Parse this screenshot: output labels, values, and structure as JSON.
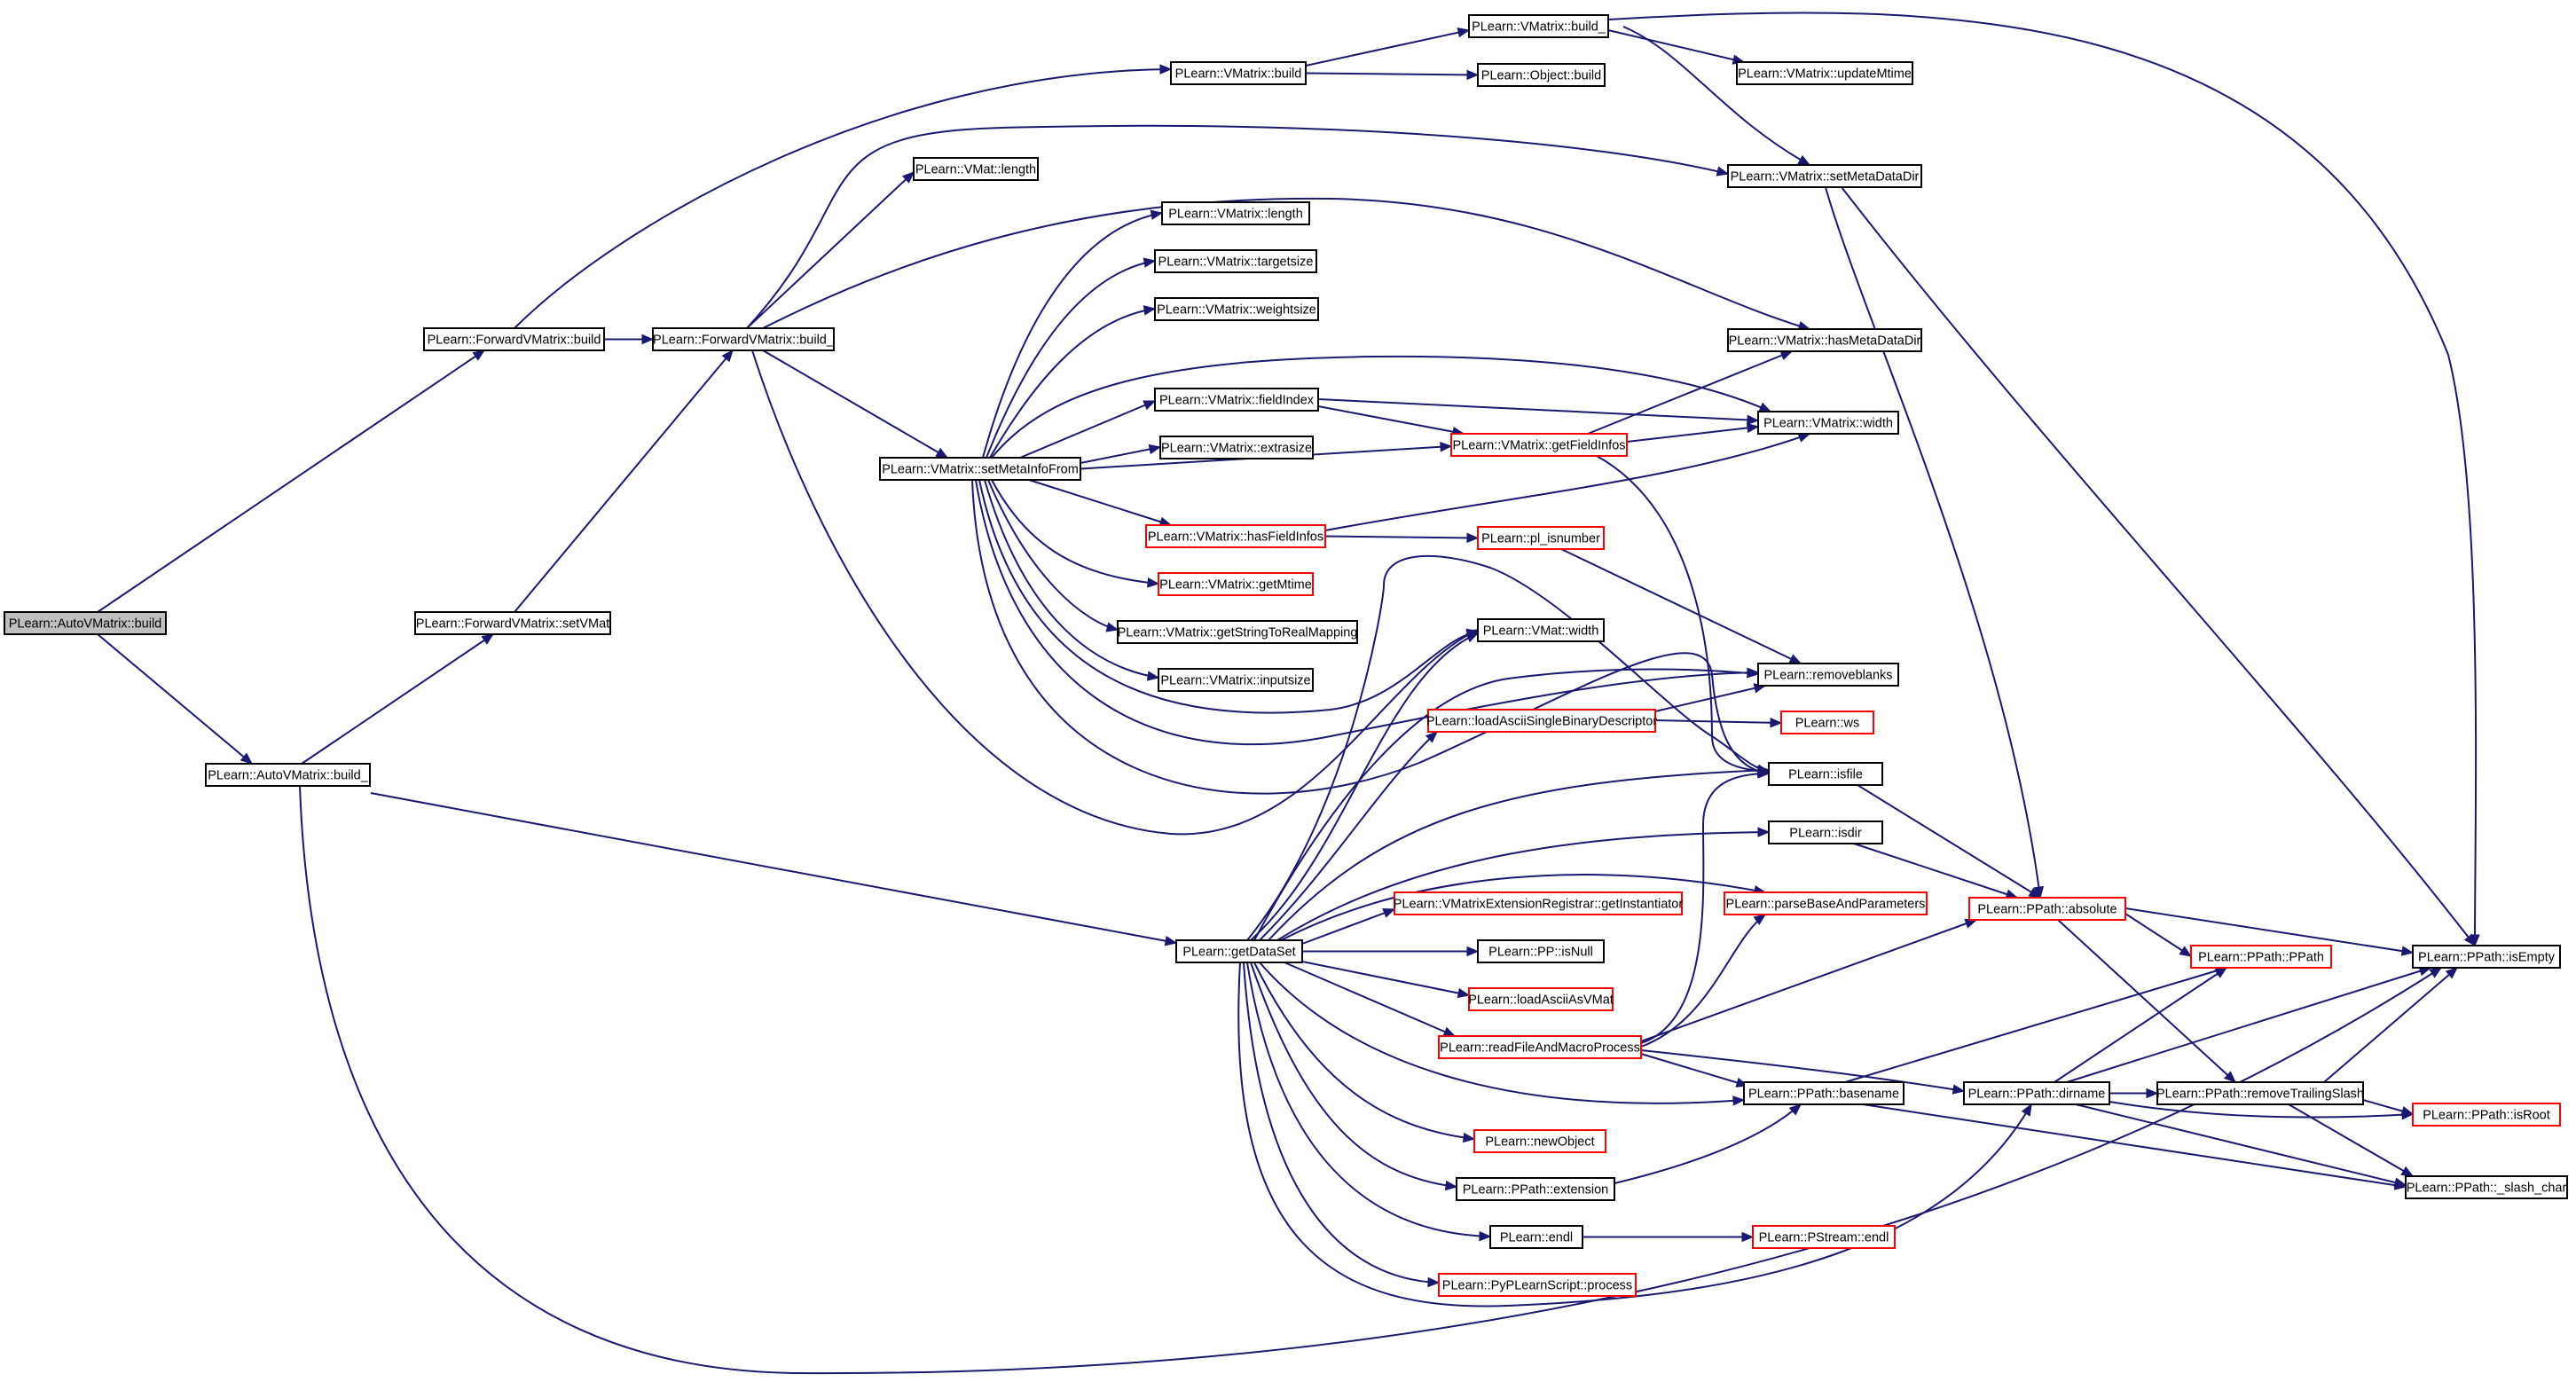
{
  "colors": {
    "edge": "#191970",
    "node_border": "#000000",
    "node_border_partial": "#ff0000",
    "root_fill": "#bfbfbf"
  },
  "nodes": [
    {
      "id": "autovm_build",
      "label": "PLearn::AutoVMatrix::build",
      "style": "root"
    },
    {
      "id": "autovm_build_",
      "label": "PLearn::AutoVMatrix::build_",
      "style": "black"
    },
    {
      "id": "fwd_build",
      "label": "PLearn::ForwardVMatrix::build",
      "style": "black"
    },
    {
      "id": "fwd_build_",
      "label": "PLearn::ForwardVMatrix::build_",
      "style": "black"
    },
    {
      "id": "fwd_setvmat",
      "label": "PLearn::ForwardVMatrix::setVMat",
      "style": "black"
    },
    {
      "id": "vm_build",
      "label": "PLearn::VMatrix::build",
      "style": "black"
    },
    {
      "id": "vm_build_",
      "label": "PLearn::VMatrix::build_",
      "style": "black"
    },
    {
      "id": "obj_build",
      "label": "PLearn::Object::build",
      "style": "black"
    },
    {
      "id": "vm_updatemtime",
      "label": "PLearn::VMatrix::updateMtime",
      "style": "black"
    },
    {
      "id": "vm_setmetadatadir",
      "label": "PLearn::VMatrix::setMetaDataDir",
      "style": "black"
    },
    {
      "id": "vmat_length",
      "label": "PLearn::VMat::length",
      "style": "black"
    },
    {
      "id": "vm_length",
      "label": "PLearn::VMatrix::length",
      "style": "black"
    },
    {
      "id": "vm_targetsize",
      "label": "PLearn::VMatrix::targetsize",
      "style": "black"
    },
    {
      "id": "vm_weightsize",
      "label": "PLearn::VMatrix::weightsize",
      "style": "black"
    },
    {
      "id": "vm_hasmetadatadir",
      "label": "PLearn::VMatrix::hasMetaDataDir",
      "style": "black"
    },
    {
      "id": "vm_fieldindex",
      "label": "PLearn::VMatrix::fieldIndex",
      "style": "black"
    },
    {
      "id": "vm_width",
      "label": "PLearn::VMatrix::width",
      "style": "black"
    },
    {
      "id": "vm_extrasize",
      "label": "PLearn::VMatrix::extrasize",
      "style": "black"
    },
    {
      "id": "vm_getfieldinfos",
      "label": "PLearn::VMatrix::getFieldInfos",
      "style": "red"
    },
    {
      "id": "vm_setmetainfofrom",
      "label": "PLearn::VMatrix::setMetaInfoFrom",
      "style": "black"
    },
    {
      "id": "vm_hasfieldinfos",
      "label": "PLearn::VMatrix::hasFieldInfos",
      "style": "red"
    },
    {
      "id": "pl_isnumber",
      "label": "PLearn::pl_isnumber",
      "style": "red"
    },
    {
      "id": "vm_getmtime",
      "label": "PLearn::VMatrix::getMtime",
      "style": "red"
    },
    {
      "id": "vm_getstringtoreal",
      "label": "PLearn::VMatrix::getStringToRealMapping",
      "style": "black"
    },
    {
      "id": "vmat_width",
      "label": "PLearn::VMat::width",
      "style": "black"
    },
    {
      "id": "vm_inputsize",
      "label": "PLearn::VMatrix::inputsize",
      "style": "black"
    },
    {
      "id": "removeblanks",
      "label": "PLearn::removeblanks",
      "style": "black"
    },
    {
      "id": "loadascii_sbd",
      "label": "PLearn::loadAsciiSingleBinaryDescriptor",
      "style": "red"
    },
    {
      "id": "ws",
      "label": "PLearn::ws",
      "style": "red"
    },
    {
      "id": "isfile",
      "label": "PLearn::isfile",
      "style": "black"
    },
    {
      "id": "isdir",
      "label": "PLearn::isdir",
      "style": "black"
    },
    {
      "id": "parsebase",
      "label": "PLearn::parseBaseAndParameters",
      "style": "red"
    },
    {
      "id": "ppath_absolute",
      "label": "PLearn::PPath::absolute",
      "style": "red"
    },
    {
      "id": "vmext_getinst",
      "label": "PLearn::VMatrixExtensionRegistrar::getInstantiator",
      "style": "red"
    },
    {
      "id": "getdataset",
      "label": "PLearn::getDataSet",
      "style": "black"
    },
    {
      "id": "pp_isnull",
      "label": "PLearn::PP::isNull",
      "style": "black"
    },
    {
      "id": "ppath_ppath",
      "label": "PLearn::PPath::PPath",
      "style": "red"
    },
    {
      "id": "ppath_isempty",
      "label": "PLearn::PPath::isEmpty",
      "style": "black"
    },
    {
      "id": "loadasciiasvmat",
      "label": "PLearn::loadAsciiAsVMat",
      "style": "red"
    },
    {
      "id": "readfileandmacro",
      "label": "PLearn::readFileAndMacroProcess",
      "style": "red"
    },
    {
      "id": "ppath_basename",
      "label": "PLearn::PPath::basename",
      "style": "black"
    },
    {
      "id": "ppath_dirname",
      "label": "PLearn::PPath::dirname",
      "style": "black"
    },
    {
      "id": "ppath_removetrailing",
      "label": "PLearn::PPath::removeTrailingSlash",
      "style": "black"
    },
    {
      "id": "ppath_isroot",
      "label": "PLearn::PPath::isRoot",
      "style": "red"
    },
    {
      "id": "newobject",
      "label": "PLearn::newObject",
      "style": "red"
    },
    {
      "id": "ppath_slashchar",
      "label": "PLearn::PPath::_slash_char",
      "style": "black"
    },
    {
      "id": "ppath_extension",
      "label": "PLearn::PPath::extension",
      "style": "black"
    },
    {
      "id": "endl",
      "label": "PLearn::endl",
      "style": "black"
    },
    {
      "id": "pstream_endl",
      "label": "PLearn::PStream::endl",
      "style": "red"
    },
    {
      "id": "pyscript_process",
      "label": "PLearn::PyPLearnScript::process",
      "style": "red"
    }
  ]
}
